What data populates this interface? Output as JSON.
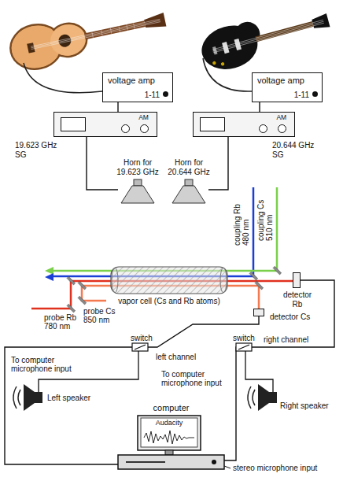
{
  "diagram": {
    "nodes": [
      {
        "text": [
          "voltage amp",
          "1-11"
        ]
      },
      {
        "text": [
          "voltage amp",
          "1-11"
        ]
      },
      {
        "text": [
          "AM",
          "19.623 GHz SG"
        ]
      },
      {
        "text": [
          "AM",
          "20.644 GHz SG"
        ]
      },
      {
        "text": [
          "Horn for 19.623 GHz"
        ]
      },
      {
        "text": [
          "Horn for 20.644 GHz"
        ]
      },
      {
        "text": [
          "vapor cell (Cs and Rb atoms)"
        ]
      },
      {
        "text": [
          "detector Rb"
        ]
      },
      {
        "text": [
          "detector Cs"
        ]
      },
      {
        "text": [
          "computer",
          "Audacity"
        ]
      }
    ],
    "edges": [
      {
        "from": 0,
        "to": 2,
        "arrow": "none"
      },
      {
        "from": 1,
        "to": 3,
        "arrow": "none"
      },
      {
        "from": 2,
        "to": 4,
        "arrow": "none"
      },
      {
        "from": 3,
        "to": 5,
        "arrow": "none"
      },
      {
        "from": 8,
        "to": 9,
        "arrow": "none"
      },
      {
        "from": 7,
        "to": 9,
        "arrow": "none"
      }
    ],
    "labels": [
      "coupling Rb 480 nm",
      "coupling Cs 510 nm",
      "probe Rb 780 nm",
      "probe Cs 850 nm",
      "switch",
      "left channel",
      "To computer microphone input",
      "Left speaker",
      "switch",
      "right channel",
      "To computer microphone input",
      "Right speaker",
      "stereo microphone input"
    ]
  }
}
